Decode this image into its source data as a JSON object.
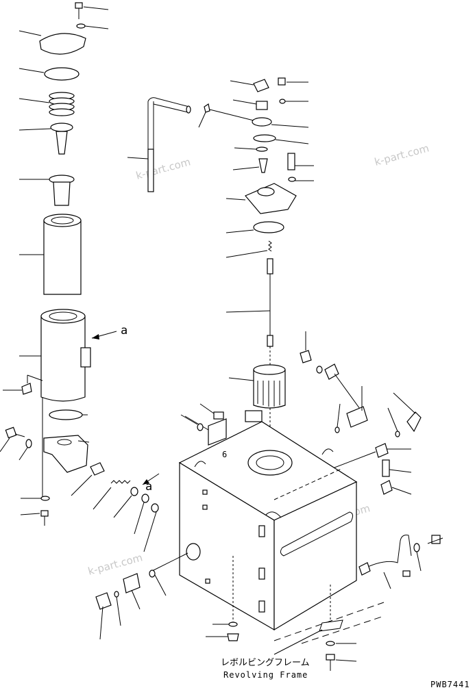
{
  "callout_label": "a",
  "frame_label_jp": "レボルビングフレーム",
  "frame_label_en": "Revolving Frame",
  "drawing_number": "PWB7441",
  "watermark": "k-part.com",
  "bay_number": "6"
}
